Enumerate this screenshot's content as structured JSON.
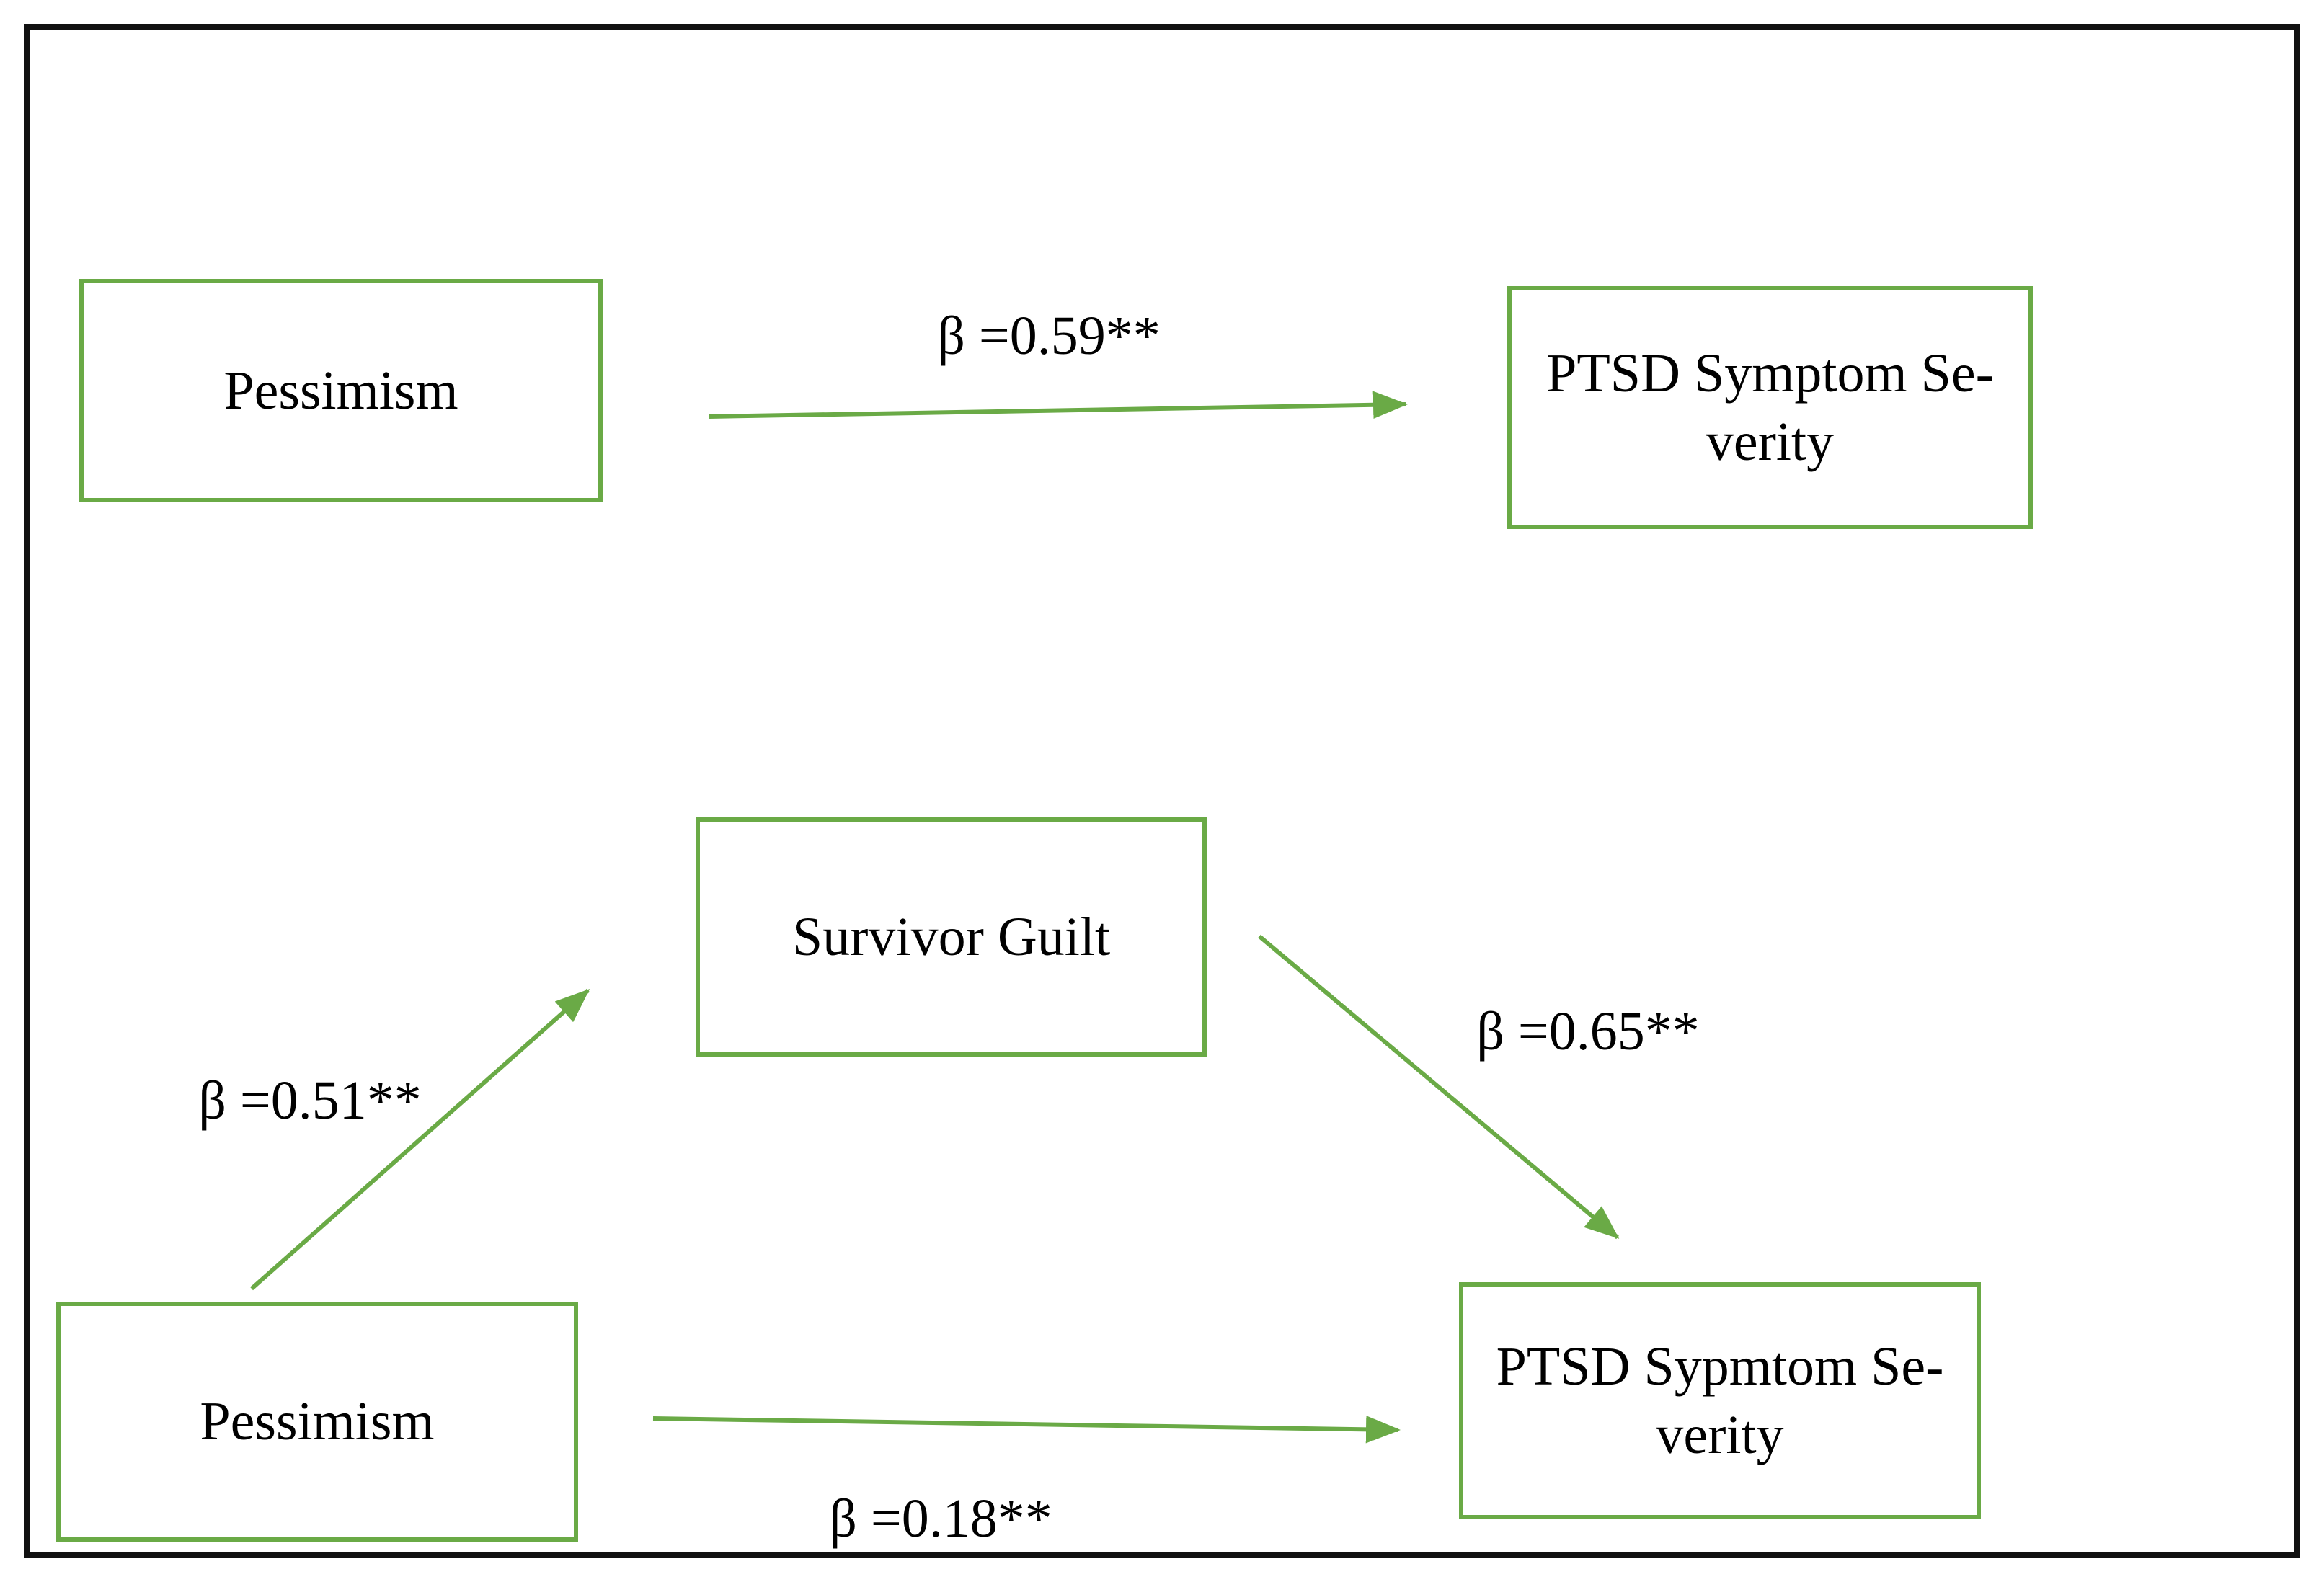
{
  "figure": {
    "type": "path-diagram",
    "models": {
      "total_effect": {
        "predictor": {
          "label": "Pessimism"
        },
        "outcome": {
          "label": "PTSD Symptom Se-\nverity"
        },
        "direct_path": {
          "label": "β =0.59**"
        }
      },
      "mediation": {
        "predictor": {
          "label": "Pessimism"
        },
        "mediator": {
          "label": "Survivor Guilt"
        },
        "outcome": {
          "label": "PTSD Sypmtom Se-\nverity"
        },
        "path_a": {
          "label": "β =0.51**"
        },
        "path_b": {
          "label": "β =0.65**"
        },
        "path_c": {
          "label": "β =0.18**"
        }
      }
    },
    "colors": {
      "box_border": "#6aaa46",
      "arrow": "#6aaa46",
      "frame_border": "#111111",
      "text": "#000000",
      "background": "#ffffff"
    }
  }
}
